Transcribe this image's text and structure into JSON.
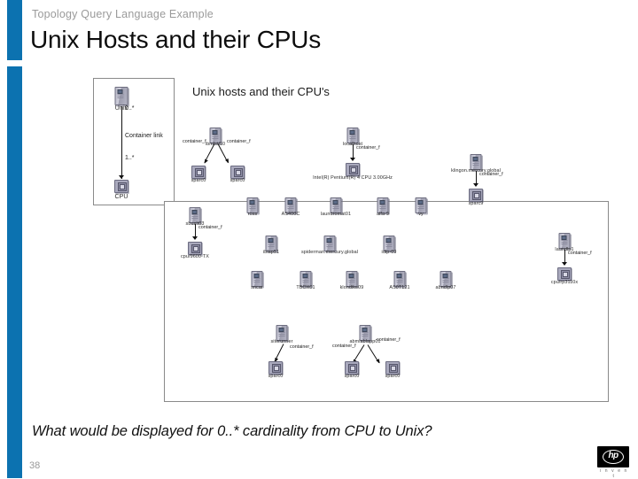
{
  "header": {
    "kicker": "Topology Query Language Example",
    "title": "Unix Hosts and their CPUs"
  },
  "accent_color": "#0c72b0",
  "model_panel": {
    "source_label": "Unix",
    "source_cardinality": "0..*",
    "link_label": "Container link",
    "target_cardinality": "1..*",
    "target_label": "CPU"
  },
  "result_panel": {
    "title": "Unix hosts and their CPU's",
    "edge_label": "container_f",
    "hosts": [
      {
        "name": "ibmlstl10"
      },
      {
        "name": "localhost"
      },
      {
        "name": "klingon.mercury.global"
      },
      {
        "name": "sbuslt03"
      },
      {
        "name": "ross"
      },
      {
        "name": "AS400C"
      },
      {
        "name": "laundromat01"
      },
      {
        "name": "alfa-9"
      },
      {
        "name": "vy"
      },
      {
        "name": "iblap51"
      },
      {
        "name": "spiderman.mercury.global"
      },
      {
        "name": "idlp-09"
      },
      {
        "name": "sncar"
      },
      {
        "name": "TBOX01"
      },
      {
        "name": "klondike09"
      },
      {
        "name": "AS0T121"
      },
      {
        "name": "abndlp07"
      },
      {
        "name": "laundlp1"
      },
      {
        "name": "siterunner"
      },
      {
        "name": "abmlablapp01"
      }
    ],
    "cpus": [
      {
        "name": "sparc0"
      },
      {
        "name": "sparc0"
      },
      {
        "name": "Intel(R) Pentium(R) 4 CPU 3.00GHz"
      },
      {
        "name": "sparc9"
      },
      {
        "name": "cpu/9600-TX"
      },
      {
        "name": "cpu/rp3110x"
      },
      {
        "name": "sparc0"
      },
      {
        "name": "sparc0"
      },
      {
        "name": "sparc0"
      }
    ]
  },
  "footer": {
    "caption": "What would be displayed for 0..* cardinality from CPU to Unix?",
    "slide_number": "38",
    "logo_text": "hp",
    "logo_tagline": "i n v e n t"
  }
}
